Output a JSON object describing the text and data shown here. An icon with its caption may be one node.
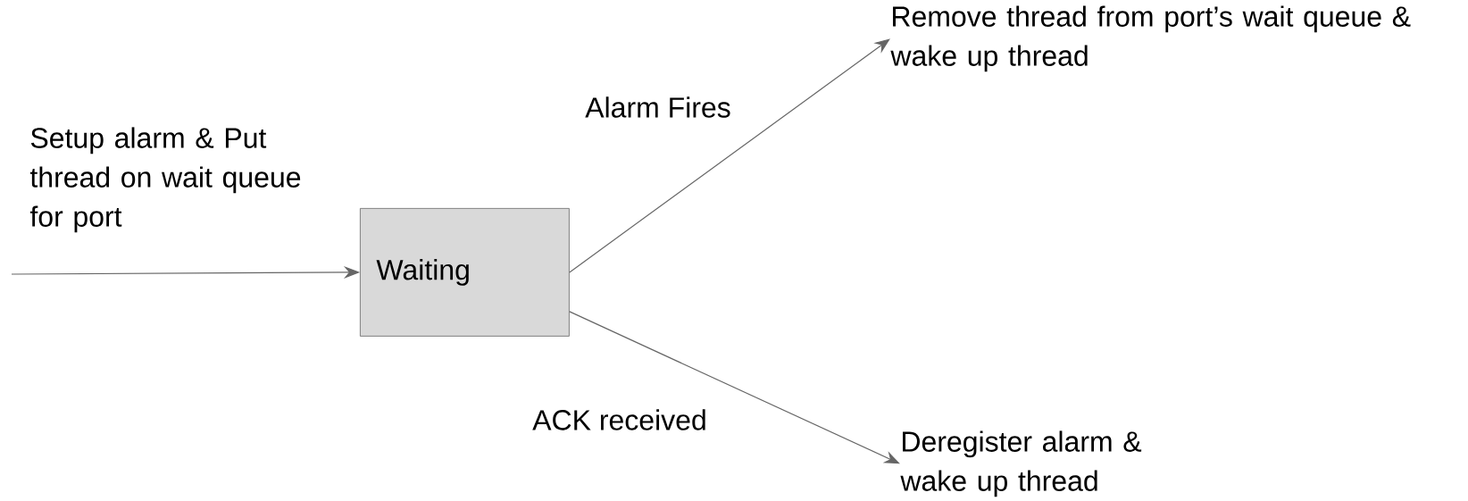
{
  "diagram": {
    "nodes": [
      {
        "text": [
          "Waiting"
        ]
      },
      {
        "text": [
          "Remove thread from port’s wait queue & wake up thread"
        ]
      },
      {
        "text": [
          "Deregister alarm & wake up thread"
        ]
      }
    ],
    "edges": [
      {
        "from": null,
        "to": 0,
        "arrow": "to",
        "label": "Setup alarm & Put thread on wait queue for port"
      },
      {
        "from": 0,
        "to": 1,
        "arrow": "to",
        "label": "Alarm Fires"
      },
      {
        "from": 0,
        "to": 2,
        "arrow": "to",
        "label": "ACK received"
      }
    ]
  }
}
